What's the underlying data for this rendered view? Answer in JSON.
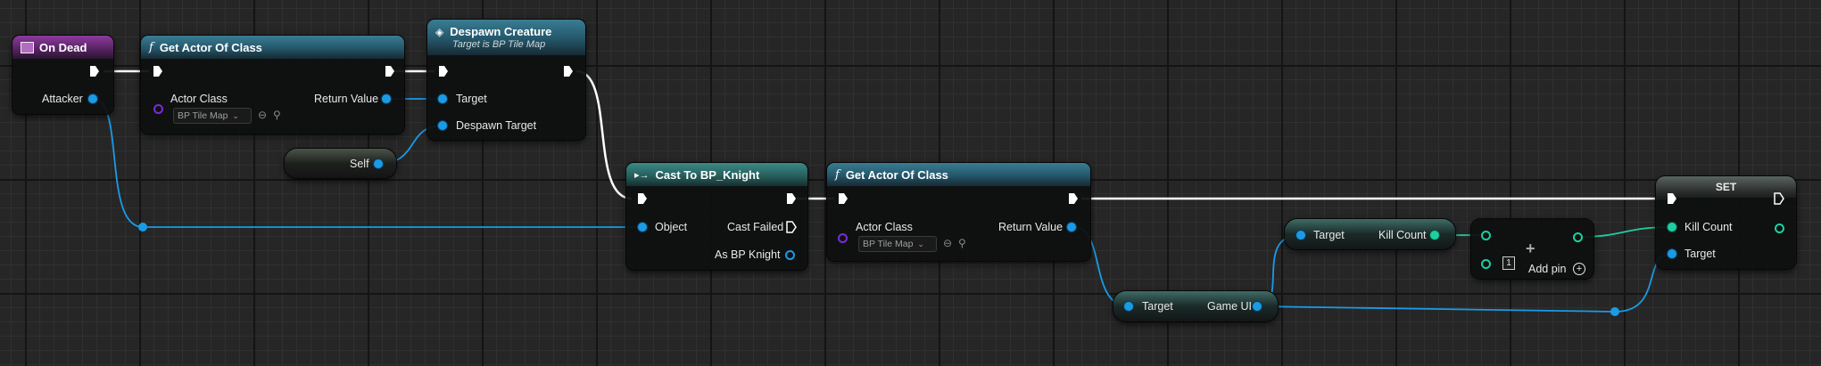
{
  "nodes": {
    "on_dead": {
      "title": "On Dead",
      "attacker": "Attacker"
    },
    "get_actor_1": {
      "title": "Get Actor Of Class",
      "actor_class": "Actor Class",
      "return_value": "Return Value",
      "class_value": "BP Tile Map"
    },
    "despawn": {
      "title": "Despawn Creature",
      "subtitle": "Target is BP Tile Map",
      "target": "Target",
      "despawn_target": "Despawn Target"
    },
    "self": {
      "label": "Self"
    },
    "cast": {
      "title": "Cast To BP_Knight",
      "object": "Object",
      "cast_failed": "Cast Failed",
      "as_knight": "As BP Knight"
    },
    "get_actor_2": {
      "title": "Get Actor Of Class",
      "actor_class": "Actor Class",
      "return_value": "Return Value",
      "class_value": "BP Tile Map"
    },
    "game_ui": {
      "target": "Target",
      "output": "Game UI"
    },
    "kill_count_get": {
      "target": "Target",
      "output": "Kill Count"
    },
    "add": {
      "value": "1",
      "add_pin": "Add pin"
    },
    "set": {
      "title": "SET",
      "kill_count": "Kill Count",
      "target": "Target"
    }
  },
  "colors": {
    "exec": "#ffffff",
    "object": "#1a9be6",
    "integer": "#1ecfa0",
    "class": "#7a2bd6",
    "event_header": "#8d3a9e",
    "function_header": "#3a7d93"
  },
  "icons": {
    "event": "event-icon",
    "function": "function-icon",
    "cast": "cast-icon",
    "despawn": "function-diamond-icon",
    "browse": "browse-icon",
    "search": "search-icon",
    "add": "plus-icon"
  }
}
